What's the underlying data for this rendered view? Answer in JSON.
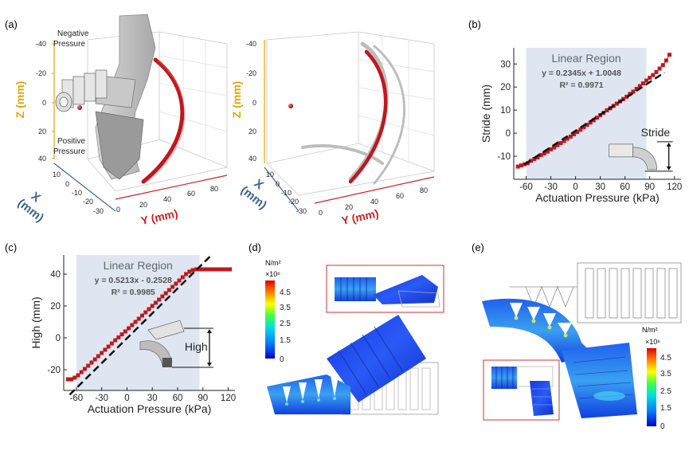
{
  "panels": {
    "a": {
      "label": "(a)",
      "neg_pressure": [
        "Negative",
        "Pressure"
      ],
      "pos_pressure": [
        "Positive",
        "Pressure"
      ],
      "z_axis_label": "Z  (mm)",
      "x_axis_label": "X\n(mm)",
      "y_axis_label": "Y (mm)",
      "z_ticks": [
        "-40",
        "-20",
        "0",
        "20",
        "40"
      ],
      "x_ticks": [
        "10",
        "0",
        "-10",
        "-20",
        "-30"
      ],
      "y_ticks": [
        "0",
        "20",
        "40",
        "60",
        "80"
      ]
    },
    "b": {
      "label": "(b)"
    },
    "c": {
      "label": "(c)"
    },
    "d": {
      "label": "(d)",
      "unit": "N/m²",
      "scale": "×10⁶",
      "ticks": [
        "4.5",
        "3.5",
        "2.5",
        "1.5",
        "0"
      ]
    },
    "e": {
      "label": "(e)",
      "unit": "N/m²",
      "scale": "×10⁶",
      "ticks": [
        "4.5",
        "3.5",
        "2.5",
        "1.5",
        "0"
      ]
    }
  },
  "colors": {
    "red_trace": "#c0181e",
    "z_axis": "#e8a400",
    "x_axis": "#3c6496",
    "y_axis": "#d02020",
    "region": "#dfe6f2"
  },
  "chart_data": [
    {
      "type": "scatter",
      "id": "b",
      "title": "",
      "region_label": "Linear Region",
      "equation": "y = 0.2345x + 1.0048",
      "r2": "R² = 0.9971",
      "inset_label": "Stride",
      "xlabel": "Actuation Pressure (kPa)",
      "ylabel": "Stride (mm)",
      "xlim": [
        -75,
        128
      ],
      "ylim": [
        -20,
        37
      ],
      "xticks": [
        -60,
        -30,
        0,
        30,
        60,
        90,
        120
      ],
      "yticks": [
        -10,
        0,
        10,
        20,
        30
      ],
      "region": [
        -60,
        86
      ],
      "fit": {
        "slope": 0.2345,
        "intercept": 1.0048,
        "x": [
          -62,
          108
        ]
      },
      "x": [
        -70,
        -66,
        -62,
        -58,
        -54,
        -50,
        -46,
        -42,
        -38,
        -34,
        -30,
        -26,
        -22,
        -18,
        -14,
        -10,
        -6,
        -2,
        2,
        6,
        10,
        14,
        18,
        22,
        26,
        30,
        34,
        38,
        42,
        46,
        50,
        54,
        58,
        62,
        66,
        70,
        74,
        78,
        82,
        86,
        90,
        94,
        98,
        102,
        106,
        110,
        114
      ],
      "y": [
        -14.5,
        -14,
        -13.5,
        -13,
        -12,
        -11.2,
        -10.5,
        -9.5,
        -8.8,
        -8,
        -7,
        -6.2,
        -5.2,
        -4.3,
        -3.4,
        -2.4,
        -1.5,
        -0.5,
        0.5,
        1.5,
        2.6,
        3.6,
        4.6,
        5.6,
        6.7,
        7.8,
        8.8,
        9.9,
        10.8,
        11.8,
        12.8,
        13.8,
        14.8,
        15.8,
        17,
        18,
        19.2,
        20.4,
        21.6,
        22.8,
        24,
        25.2,
        26.5,
        28,
        29.5,
        31.5,
        34
      ]
    },
    {
      "type": "scatter",
      "id": "c",
      "title": "",
      "region_label": "Linear Region",
      "equation": "y = 0.5213x - 0.2528",
      "r2": "R² = 0.9985",
      "inset_label": "High",
      "xlabel": "Actuation Pressure (kPa)",
      "ylabel": "High (mm)",
      "xlim": [
        -75,
        128
      ],
      "ylim": [
        -33,
        52
      ],
      "xticks": [
        -60,
        -30,
        0,
        30,
        60,
        90,
        120
      ],
      "yticks": [
        -20,
        0,
        20,
        40
      ],
      "region": [
        -60,
        86
      ],
      "fit": {
        "slope": 0.5213,
        "intercept": -0.2528,
        "x": [
          -68,
          100
        ]
      },
      "x": [
        -70,
        -66,
        -62,
        -58,
        -54,
        -50,
        -46,
        -42,
        -38,
        -34,
        -30,
        -26,
        -22,
        -18,
        -14,
        -10,
        -6,
        -2,
        2,
        6,
        10,
        14,
        18,
        22,
        26,
        30,
        34,
        38,
        42,
        46,
        50,
        54,
        58,
        62,
        66,
        70,
        74,
        78,
        82,
        86,
        90,
        94,
        98,
        102,
        106,
        110,
        114,
        118,
        122
      ],
      "y": [
        -26,
        -26,
        -25,
        -23.5,
        -21.5,
        -19.5,
        -17.5,
        -15.5,
        -13.5,
        -11.5,
        -9.5,
        -7.5,
        -5.5,
        -3.5,
        -1.5,
        0.3,
        2.2,
        4,
        6,
        8,
        10,
        12,
        14,
        16,
        18,
        20,
        22,
        24,
        26,
        28,
        30,
        32,
        34,
        36,
        38,
        40,
        41.5,
        42.5,
        43,
        43,
        43,
        43,
        43,
        43,
        43,
        43,
        43,
        43,
        43
      ]
    }
  ]
}
